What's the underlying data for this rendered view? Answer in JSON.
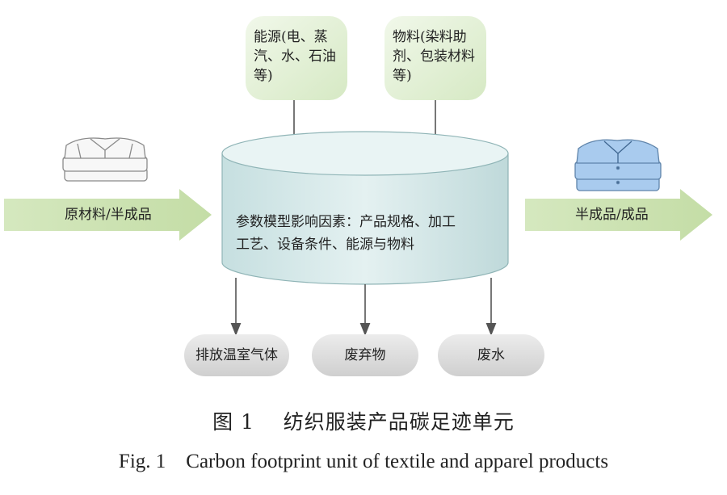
{
  "inputs": {
    "energy": [
      "能源(电、蒸",
      "汽、水、石油",
      "等)"
    ],
    "materials": [
      "物料(染料助",
      "剂、包装材料",
      "等)"
    ]
  },
  "cylinder": {
    "text": [
      "参数模型影响因素：产品规格、加工",
      "工艺、设备条件、能源与物料"
    ]
  },
  "flow_in": {
    "label": "原材料/半成品"
  },
  "flow_out": {
    "label": "半成品/成品"
  },
  "outputs": {
    "ghg": "排放温室气体",
    "waste": "废弃物",
    "water": "废水"
  },
  "caption": {
    "cn": "图 1    纺织服装产品碳足迹单元",
    "en": "Fig. 1    Carbon footprint unit of textile and apparel products"
  },
  "colors": {
    "input_box": "#e3f0d6",
    "arrow_green": "#cfe3b4",
    "cylinder_body": "#d4e8e9",
    "cylinder_top": "#e8f3f3",
    "output_pill": "#d9d9d9",
    "shirt_blue": "#9ec4ea"
  },
  "icons": {
    "left": "folded-white-shirts-icon",
    "right": "folded-blue-shirts-icon"
  }
}
